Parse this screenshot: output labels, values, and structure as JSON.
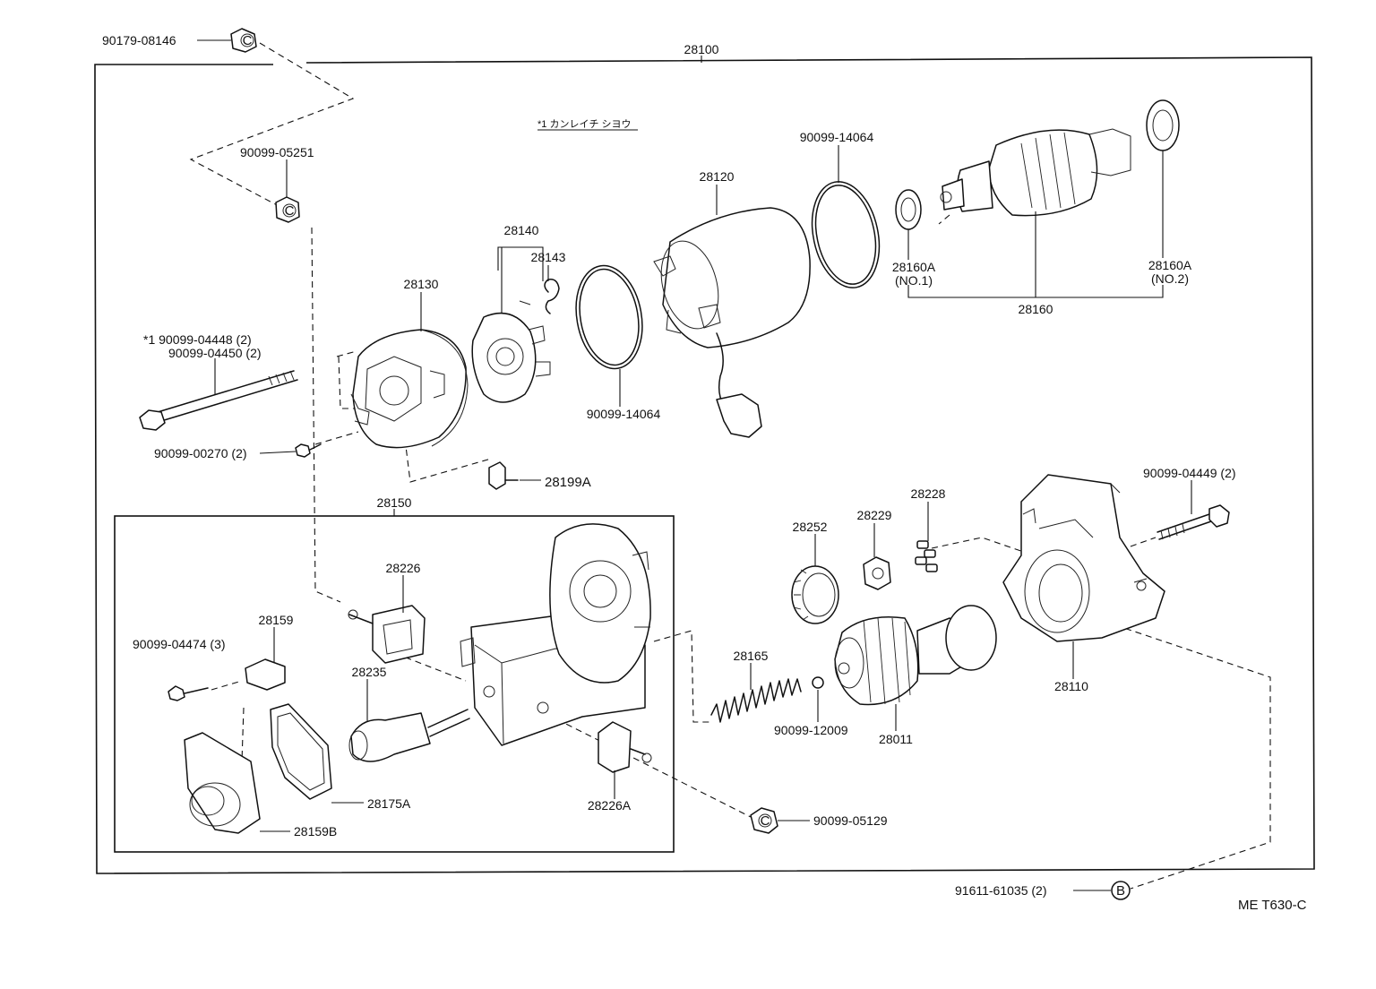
{
  "diagram": {
    "reference_code": "ME T630-C",
    "note": "*1 カンレイチ シヨウ",
    "assembly_label": "28100",
    "subassembly_label": "28150",
    "callouts": {
      "c_90179_08146": "90179-08146",
      "c_90099_05251": "90099-05251",
      "c_90099_04448": "*1  90099-04448 (2)",
      "c_90099_04450": "90099-04450 (2)",
      "c_90099_00270": "90099-00270 (2)",
      "c_28130": "28130",
      "c_28140": "28140",
      "c_28143": "28143",
      "c_90099_14064_a": "90099-14064",
      "c_28120": "28120",
      "c_90099_14064_b": "90099-14064",
      "c_28160A_no1": "28160A",
      "c_no1": "(NO.1)",
      "c_28160A_no2": "28160A",
      "c_no2": "(NO.2)",
      "c_28160": "28160",
      "c_28199A": "28199A",
      "c_28226": "28226",
      "c_28159": "28159",
      "c_90099_04474": "90099-04474 (3)",
      "c_28235": "28235",
      "c_28175A": "28175A",
      "c_28159B": "28159B",
      "c_28226A": "28226A",
      "c_28252": "28252",
      "c_28229": "28229",
      "c_28228": "28228",
      "c_90099_04449": "90099-04449 (2)",
      "c_28165": "28165",
      "c_90099_12009": "90099-12009",
      "c_28011": "28011",
      "c_28110": "28110",
      "c_90099_05129": "90099-05129",
      "c_91611_61035": "91611-61035 (2)"
    },
    "markers": {
      "c_marker": "C",
      "b_marker": "B"
    }
  }
}
